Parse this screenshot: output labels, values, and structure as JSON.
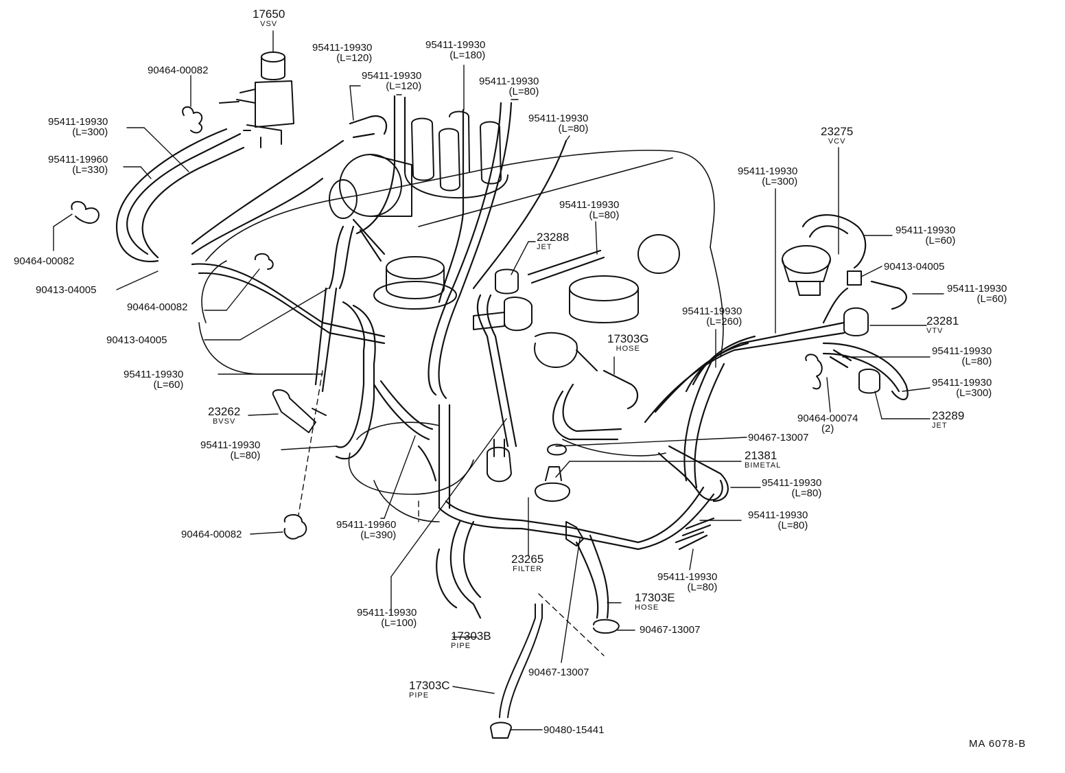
{
  "labels": [
    {
      "id": "vsv-17650",
      "part": "17650",
      "name": "VSV"
    },
    {
      "id": "clamp-90464-00082-a",
      "part": "90464-00082"
    },
    {
      "id": "hose-l300-topleft",
      "part": "95411-19930",
      "length": "(L=300)"
    },
    {
      "id": "hose-19960-l330",
      "part": "95411-19960",
      "length": "(L=330)"
    },
    {
      "id": "clamp-90464-00082-b",
      "part": "90464-00082"
    },
    {
      "id": "tee-90413-04005-a",
      "part": "90413-04005"
    },
    {
      "id": "clamp-90464-00082-c",
      "part": "90464-00082"
    },
    {
      "id": "tee-90413-04005-b",
      "part": "90413-04005"
    },
    {
      "id": "hose-l60-left",
      "part": "95411-19930",
      "length": "(L=60)"
    },
    {
      "id": "bvsv-23262",
      "part": "23262",
      "name": "BVSV"
    },
    {
      "id": "hose-l80-left",
      "part": "95411-19930",
      "length": "(L=80)"
    },
    {
      "id": "clamp-90464-00082-d",
      "part": "90464-00082"
    },
    {
      "id": "hose-19960-l390",
      "part": "95411-19960",
      "length": "(L=390)"
    },
    {
      "id": "hose-l100",
      "part": "95411-19930",
      "length": "(L=100)"
    },
    {
      "id": "pipe-17303b",
      "part": "17303B",
      "name": "PIPE"
    },
    {
      "id": "pipe-17303c",
      "part": "17303C",
      "name": "PIPE"
    },
    {
      "id": "grommet-90480-15441",
      "part": "90480-15441"
    },
    {
      "id": "clip-90467-13007-bottom",
      "part": "90467-13007"
    },
    {
      "id": "filter-23265",
      "part": "23265",
      "name": "FILTER"
    },
    {
      "id": "hose-17303e",
      "part": "17303E",
      "name": "HOSE"
    },
    {
      "id": "clip-90467-13007-right",
      "part": "90467-13007"
    },
    {
      "id": "hose-l120-a",
      "part": "95411-19930",
      "length": "(L=120)"
    },
    {
      "id": "hose-l120-b",
      "part": "95411-19930",
      "length": "(L=120)"
    },
    {
      "id": "hose-l180",
      "part": "95411-19930",
      "length": "(L=180)"
    },
    {
      "id": "hose-l80-top-a",
      "part": "95411-19930",
      "length": "(L=80)"
    },
    {
      "id": "hose-l80-top-b",
      "part": "95411-19930",
      "length": "(L=80)"
    },
    {
      "id": "hose-l80-jet",
      "part": "95411-19930",
      "length": "(L=80)"
    },
    {
      "id": "jet-23288",
      "part": "23288",
      "name": "JET"
    },
    {
      "id": "hose-17303g",
      "part": "17303G",
      "name": "HOSE"
    },
    {
      "id": "hose-l260",
      "part": "95411-19930",
      "length": "(L=260)"
    },
    {
      "id": "hose-l300-mid",
      "part": "95411-19930",
      "length": "(L=300)"
    },
    {
      "id": "vcv-23275",
      "part": "23275",
      "name": "VCV"
    },
    {
      "id": "hose-l60-right-a",
      "part": "95411-19930",
      "length": "(L=60)"
    },
    {
      "id": "tee-90413-04005-c",
      "part": "90413-04005"
    },
    {
      "id": "hose-l60-right-b",
      "part": "95411-19930",
      "length": "(L=60)"
    },
    {
      "id": "vtv-23281",
      "part": "23281",
      "name": "VTV"
    },
    {
      "id": "hose-l80-right",
      "part": "95411-19930",
      "length": "(L=80)"
    },
    {
      "id": "hose-l300-right",
      "part": "95411-19930",
      "length": "(L=300)"
    },
    {
      "id": "clamp-90464-00074",
      "part": "90464-00074",
      "length": "(2)"
    },
    {
      "id": "jet-23289",
      "part": "23289",
      "name": "JET"
    },
    {
      "id": "clip-90467-13007-mid",
      "part": "90467-13007"
    },
    {
      "id": "bimetal-21381",
      "part": "21381",
      "name": "BIMETAL"
    },
    {
      "id": "hose-l80-lowright-a",
      "part": "95411-19930",
      "length": "(L=80)"
    },
    {
      "id": "hose-l80-lowright-b",
      "part": "95411-19930",
      "length": "(L=80)"
    },
    {
      "id": "hose-l80-lowright-c",
      "part": "95411-19930",
      "length": "(L=80)"
    }
  ],
  "reference_code": "MA  6078-B"
}
